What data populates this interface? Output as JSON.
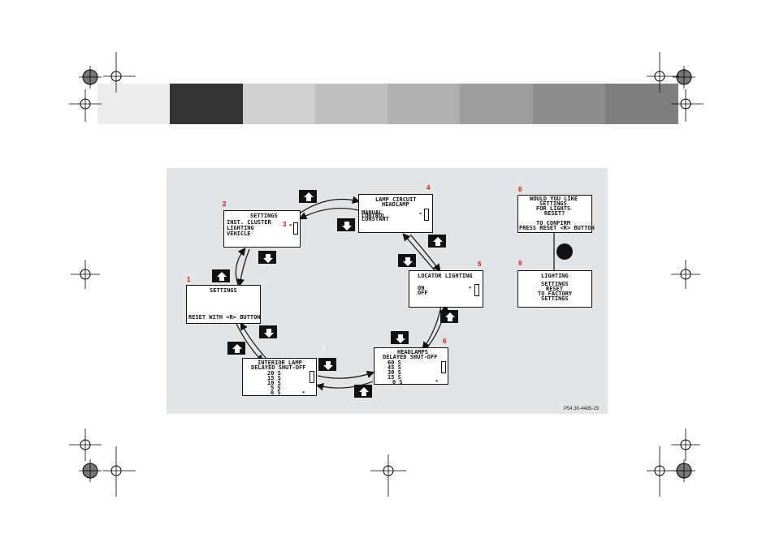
{
  "header_bar": {
    "colors": [
      "#ededed",
      "#333333",
      "#d0d0d0",
      "#c0c0c0",
      "#b0b0b0",
      "#9e9e9e",
      "#8e8e8e",
      "#7f7f7f"
    ]
  },
  "diagram": {
    "steps": [
      {
        "num": "1",
        "title": "SETTINGS",
        "lines": [
          "",
          "",
          "",
          "RESET WITH <R> BUTTON"
        ]
      },
      {
        "num": "2",
        "title": "SETTINGS",
        "lines": [
          "INST. CLUSTER",
          "LIGHTING",
          "VEHICLE"
        ],
        "pointer_label": "3"
      },
      {
        "num": "4",
        "title": "LAMP CIRCUIT",
        "subtitle": "HEADLAMP",
        "lines": [
          "MANUAL",
          "CONTROL",
          "CONSTANT"
        ]
      },
      {
        "num": "5",
        "title": "LOCATOR LIGHTING",
        "lines": [
          "ON",
          "OFF"
        ]
      },
      {
        "num": "6",
        "title": "HEADLAMPS",
        "subtitle": "DELAYED SHUT-OFF",
        "lines": [
          "60 S",
          "45 S",
          "30 S",
          "15 S",
          "0 S"
        ]
      },
      {
        "num": "7",
        "title": "INTERIOR LAMP",
        "subtitle": "DELAYED SHUT-OFF",
        "lines": [
          "20 S",
          "15 S",
          "10 S",
          "5 S",
          "0 S"
        ]
      },
      {
        "num": "8",
        "lines": [
          "WOULD YOU LIKE",
          "SETTINGS",
          "FOR LIGHTS",
          "RESET?",
          "",
          "TO CONFIRM",
          "PRESS RESET <R> BUTTON"
        ]
      },
      {
        "num": "9",
        "lines": [
          "LIGHTING",
          "",
          "SETTINGS",
          "RESET",
          "TO FACTORY",
          "SETTINGS"
        ]
      }
    ],
    "buttons": {
      "up": "up-arrow-button",
      "down": "down-arrow-button"
    },
    "caption": "P54.30-4485-29"
  }
}
